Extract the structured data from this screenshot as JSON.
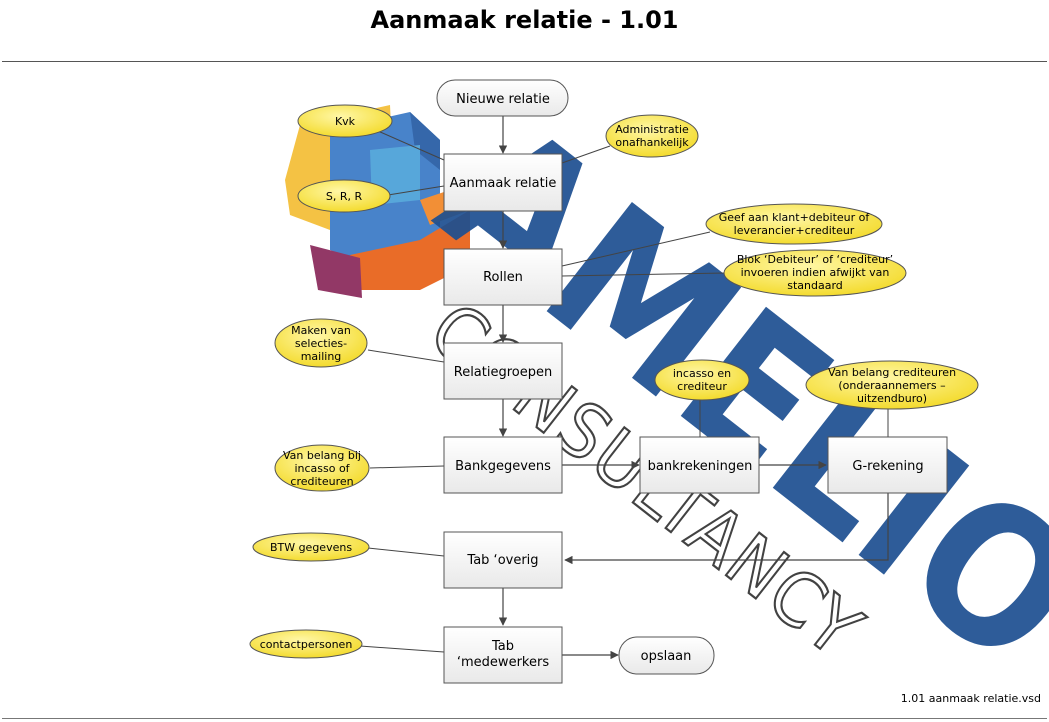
{
  "title": "Aanmaak relatie - 1.01",
  "footer": "1.01 aanmaak relatie.vsd",
  "watermark": {
    "word1": "AMELIO",
    "word2": "CONSULTANCY",
    "color": "#1d4f91",
    "logo_colors": [
      "#f5c242",
      "#3d7cc9",
      "#e86a1e",
      "#8e2f5e",
      "#4aa0d8"
    ]
  },
  "colors": {
    "box_fill": "#f4f4f4",
    "box_stroke": "#555555",
    "note_fill": "#f7e63c",
    "note_stroke": "#555555",
    "line": "#444444"
  },
  "nodes": {
    "start": "Nieuwe relatie",
    "aanmaak": "Aanmaak relatie",
    "rollen": "Rollen",
    "relatiegroepen": "Relatiegroepen",
    "bankgegevens": "Bankgegevens",
    "bankrekeningen": "bankrekeningen",
    "grekening": "G-rekening",
    "tab_overig": "Tab ‘overig",
    "tab_medewerkers_line1": "Tab",
    "tab_medewerkers_line2": "‘medewerkers",
    "opslaan": "opslaan"
  },
  "notes": {
    "kvk": "Kvk",
    "srr": "S, R, R",
    "admin_line1": "Administratie",
    "admin_line2": "onafhankelijk",
    "rollen1_line1": "Geef aan klant+debiteur of",
    "rollen1_line2": "leverancier+crediteur",
    "rollen2_line1": "Blok ‘Debiteur’ of ‘crediteur’",
    "rollen2_line2": "invoeren indien afwijkt van",
    "rollen2_line3": "standaard",
    "selecties_line1": "Maken van",
    "selecties_line2": "selecties-",
    "selecties_line3": "mailing",
    "incasso_line1": "incasso en",
    "incasso_line2": "crediteur",
    "vanbelang_line1": "Van belang crediteuren",
    "vanbelang_line2": "(onderaannemers –",
    "vanbelang_line3": "uitzendburo)",
    "bankbelang_line1": "Van belang bij",
    "bankbelang_line2": "incasso of",
    "bankbelang_line3": "crediteuren",
    "btw": "BTW gegevens",
    "contact": "contactpersonen"
  }
}
